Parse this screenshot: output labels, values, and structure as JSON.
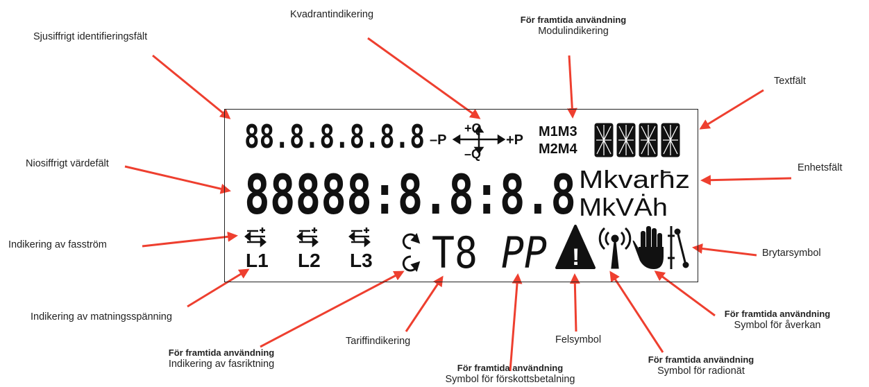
{
  "labels": {
    "id_field": "Sjusiffrigt identifieringsfält",
    "quadrant": "Kvadrantindikering",
    "future": "För framtida användning",
    "module": "Modulindikering",
    "text_field": "Textfält",
    "value_field": "Niosiffrigt värdefält",
    "unit_field": "Enhetsfält",
    "phase_current": "Indikering av fasström",
    "switch": "Brytarsymbol",
    "supply_voltage": "Indikering av matningsspänning",
    "tamper": "Symbol för åverkan",
    "phase_direction": "Indikering av fasriktning",
    "tariff": "Tariffindikering",
    "fault": "Felsymbol",
    "radio": "Symbol för radionät",
    "prepay": "Symbol för förskottsbetalning"
  },
  "display": {
    "id_digits": "88.8.8.8.8.8",
    "minus_p": "–P",
    "plus_p": "+P",
    "plus_q": "+Q",
    "minus_q": "–Q",
    "m1m3": "M1M3",
    "m2m4": "M2M4",
    "value_digits": "88888:8.8:8.8",
    "unit_top": "Mkvarh̄z",
    "unit_bottom": "MkVȦh",
    "l1": "L1",
    "l2": "L2",
    "l3": "L3",
    "tariff_text": "T8",
    "prepay_text": "PP",
    "fault_glyph": "!"
  },
  "colors": {
    "arrow": "#ee3f2f",
    "lcd": "#111111"
  }
}
